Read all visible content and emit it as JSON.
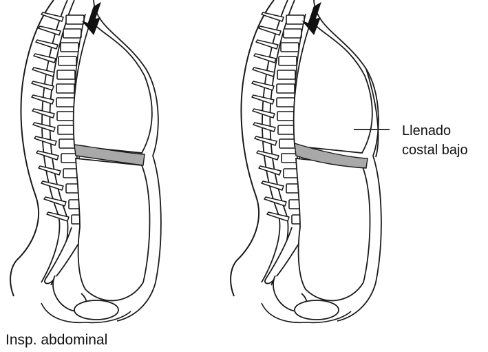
{
  "diagram": {
    "caption": "Insp. abdominal",
    "annotation": {
      "line1": "Llenado",
      "line2": "costal bajo"
    },
    "figures": [
      {
        "id": "left",
        "diaphragm_color": "#a9a9a9"
      },
      {
        "id": "right",
        "diaphragm_color": "#a9a9a9"
      }
    ],
    "colors": {
      "stroke": "#1a1a1a",
      "diaphragm": "#a9a9a9",
      "background": "#ffffff"
    },
    "icons": [
      "arrow-down-icon",
      "arrow-down-icon"
    ]
  }
}
